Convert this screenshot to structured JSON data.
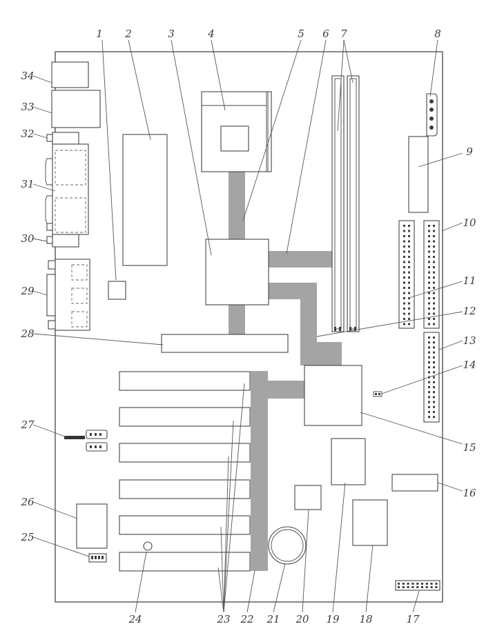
{
  "callouts": [
    "1",
    "2",
    "3",
    "4",
    "5",
    "6",
    "7",
    "8",
    "9",
    "10",
    "11",
    "12",
    "13",
    "14",
    "15",
    "16",
    "17",
    "18",
    "19",
    "20",
    "21",
    "22",
    "23",
    "24",
    "25",
    "26",
    "27",
    "28",
    "29",
    "30",
    "31",
    "32",
    "33",
    "34"
  ],
  "colors": {
    "board_outline": "#444444",
    "bus": "#a4a4a4",
    "label_text": "#3a3a3a"
  }
}
